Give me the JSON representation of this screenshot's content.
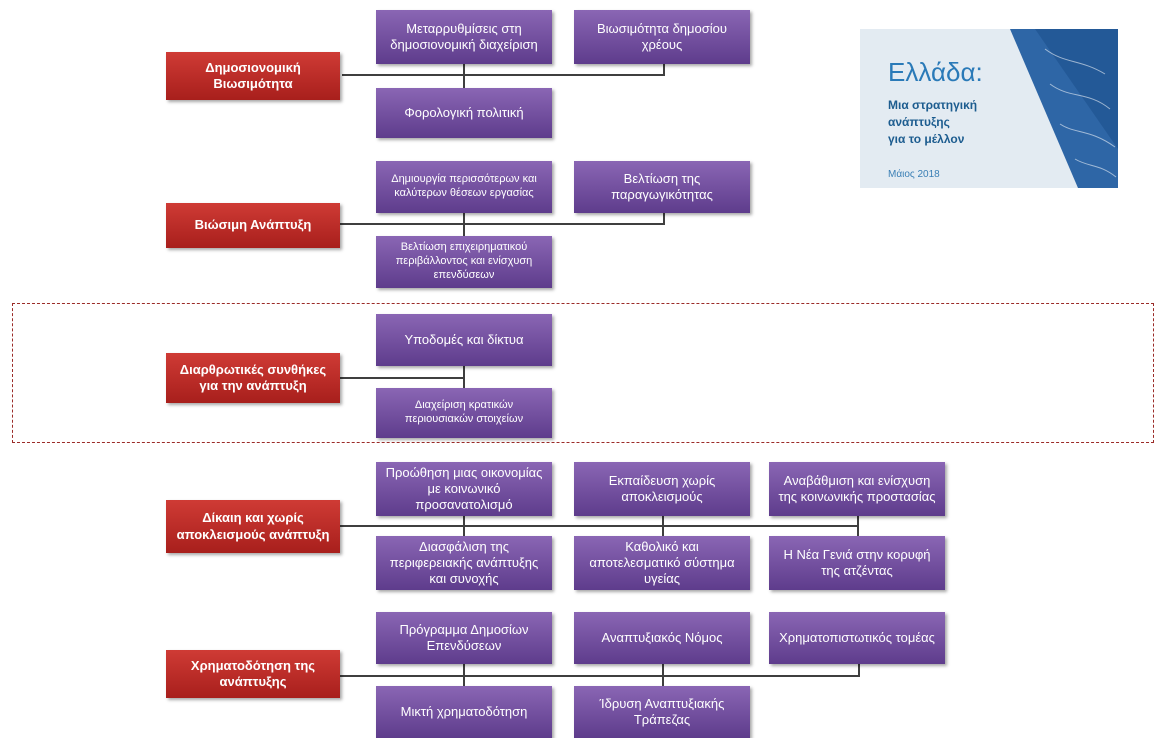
{
  "categories": {
    "fiscal": "Δημοσιονομική Βιωσιμότητα",
    "sustainable": "Βιώσιμη Ανάπτυξη",
    "structural": "Διαρθρωτικές συνθήκες για την ανάπτυξη",
    "fair": "Δίκαιη και χωρίς αποκλεισμούς ανάπτυξη",
    "financing": "Χρηματοδότηση της ανάπτυξης"
  },
  "items": {
    "fiscal_reforms": "Μεταρρυθμίσεις στη δημοσιονομική διαχείριση",
    "debt_sustainability": "Βιωσιμότητα δημοσίου χρέους",
    "tax_policy": "Φορολογική πολιτική",
    "more_jobs": "Δημιουργία περισσότερων και καλύτερων θέσεων εργασίας",
    "productivity": "Βελτίωση της παραγωγικότητας",
    "business_env": "Βελτίωση επιχειρηματικού περιβάλλοντος και ενίσχυση επενδύσεων",
    "infrastructure": "Υποδομές και δίκτυα",
    "state_assets": "Διαχείριση κρατικών περιουσιακών στοιχείων",
    "social_economy": "Προώθηση μιας οικονομίας με κοινωνικό προσανατολισμό",
    "inclusive_education": "Εκπαίδευση χωρίς αποκλεισμούς",
    "social_protection": "Αναβάθμιση και ενίσχυση της κοινωνικής προστασίας",
    "regional_development": "Διασφάλιση της περιφερειακής ανάπτυξης και συνοχής",
    "health_system": "Καθολικό και αποτελεσματικό σύστημα υγείας",
    "new_generation": "Η Νέα Γενιά στην κορυφή της ατζέντας",
    "public_investment": "Πρόγραμμα Δημοσίων Επενδύσεων",
    "development_law": "Αναπτυξιακός Νόμος",
    "financial_sector": "Χρηματοπιστωτικός τομέας",
    "mixed_financing": "Μικτή χρηματοδότηση",
    "development_bank": "Ίδρυση Αναπτυξιακής Τράπεζας"
  },
  "cover": {
    "title": "Ελλάδα:",
    "subtitle_line1": "Μια στρατηγική",
    "subtitle_line2": "ανάπτυξης",
    "subtitle_line3": "για το μέλλον",
    "date": "Μάιος 2018"
  }
}
